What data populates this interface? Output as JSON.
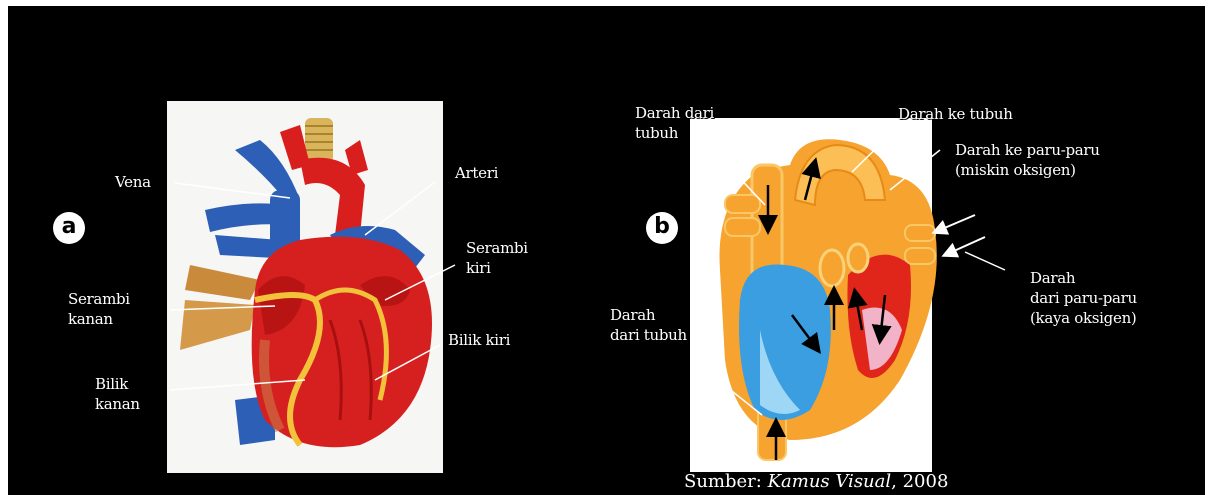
{
  "figure_a": {
    "badge": "a",
    "labels": {
      "vena": "Vena",
      "arteri": "Arteri",
      "serambi_kiri": "Serambi\nkiri",
      "serambi_kanan": "Serambi\nkanan",
      "bilik_kiri": "Bilik kiri",
      "bilik_kanan": "Bilik\nkanan"
    }
  },
  "figure_b": {
    "badge": "b",
    "labels": {
      "darah_dari_tubuh_top": "Darah dari\ntubuh",
      "darah_ke_tubuh": "Darah ke tubuh",
      "darah_ke_paru": "Darah ke paru-paru\n(miskin oksigen)",
      "darah_dari_paru": "Darah\ndari paru-paru\n(kaya oksigen)",
      "darah_dari_tubuh_bottom": "Darah\ndari tubuh"
    }
  },
  "source": {
    "prefix": "Sumber:",
    "title": "Kamus Visual",
    "year": ", 2008"
  },
  "colors": {
    "background": "#000000",
    "oxygen_poor": "#3a9ee0",
    "oxygen_rich": "#e0261a",
    "vein_blue": "#2c5fb5",
    "artery_red": "#d91e1e"
  }
}
